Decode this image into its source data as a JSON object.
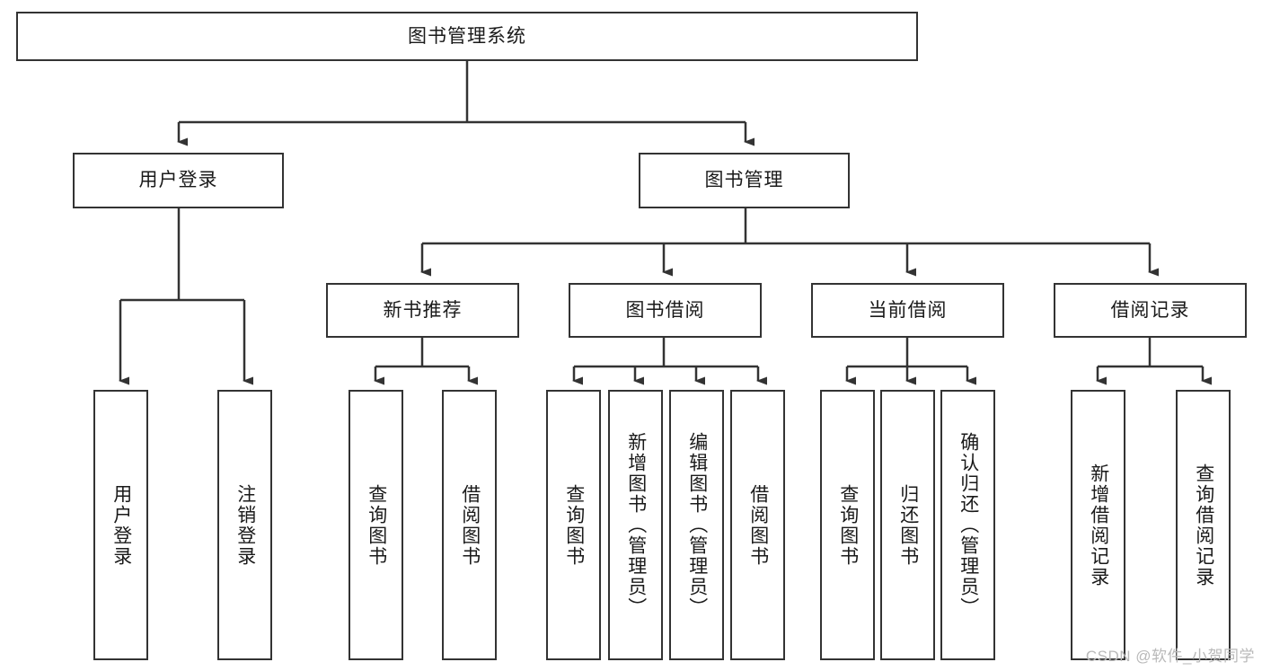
{
  "diagram": {
    "title": "图书管理系统",
    "watermark": "CSDN @软件_小贺同学",
    "stroke_color": "#333333",
    "background_color": "#ffffff",
    "text_color": "#1a1a1a",
    "watermark_color": "#b9b9b9"
  },
  "nodes": {
    "root": {
      "label": "图书管理系统"
    },
    "level2": [
      {
        "label": "用户登录"
      },
      {
        "label": "图书管理"
      }
    ],
    "level3": [
      {
        "label": "新书推荐"
      },
      {
        "label": "图书借阅"
      },
      {
        "label": "当前借阅"
      },
      {
        "label": "借阅记录"
      }
    ],
    "leaves": {
      "user_login": [
        {
          "label": "用户登录"
        },
        {
          "label": "注销登录"
        }
      ],
      "new_book_recommend": [
        {
          "label": "查询图书"
        },
        {
          "label": "借阅图书"
        }
      ],
      "book_borrow": [
        {
          "label": "查询图书"
        },
        {
          "label": "新增图书（管理员）"
        },
        {
          "label": "编辑图书（管理员）"
        },
        {
          "label": "借阅图书"
        }
      ],
      "current_borrow": [
        {
          "label": "查询图书"
        },
        {
          "label": "归还图书"
        },
        {
          "label": "确认归还（管理员）"
        }
      ],
      "borrow_record": [
        {
          "label": "新增借阅记录"
        },
        {
          "label": "查询借阅记录"
        }
      ]
    }
  }
}
